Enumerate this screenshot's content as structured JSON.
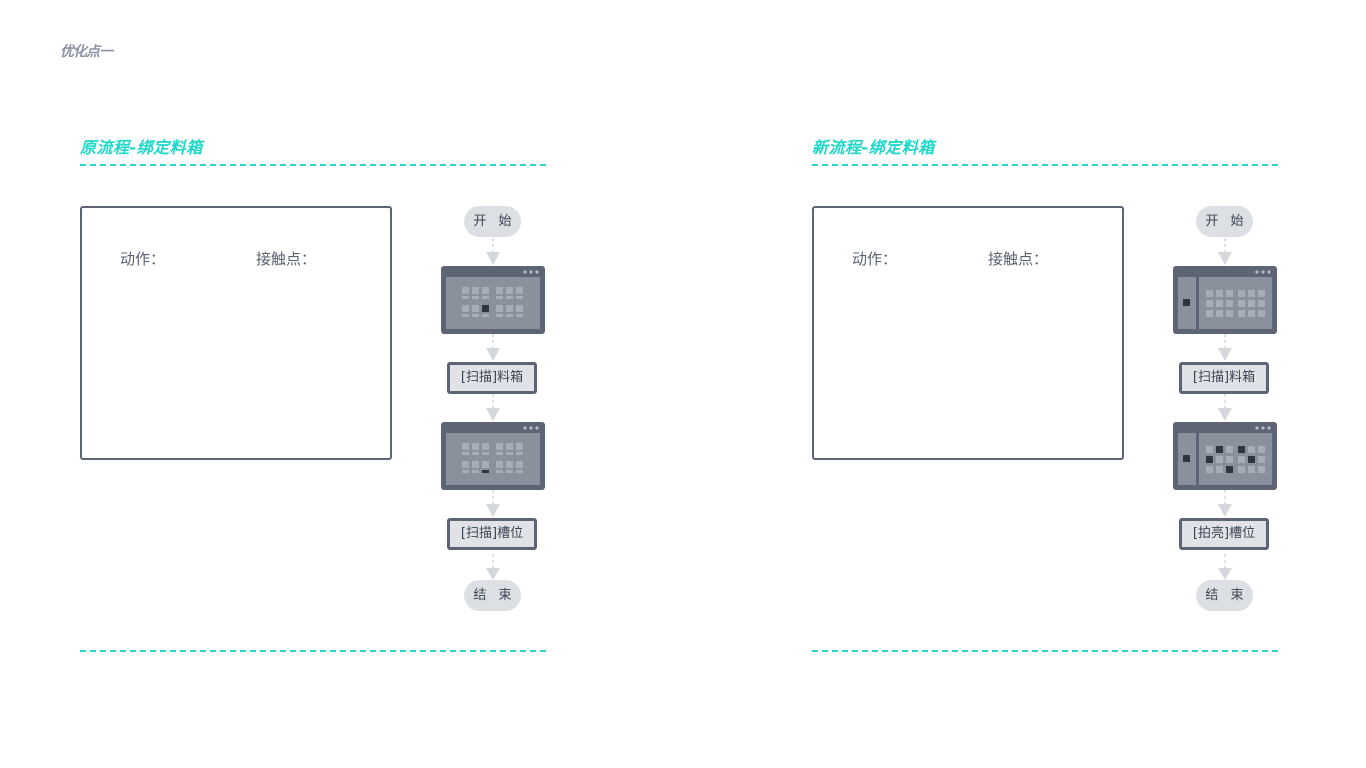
{
  "page": {
    "tag": "优化点一"
  },
  "panels": [
    {
      "title": "原流程-绑定料箱",
      "notes": {
        "action_label": "动作：",
        "touch_label": "接触点："
      },
      "flow": {
        "start": "开 始",
        "step1": "[扫描]料箱",
        "step2": "[扫描]槽位",
        "end": "结 束"
      }
    },
    {
      "title": "新流程-绑定料箱",
      "notes": {
        "action_label": "动作：",
        "touch_label": "接触点："
      },
      "flow": {
        "start": "开 始",
        "step1": "[扫描]料箱",
        "step2": "[拍亮]槽位",
        "end": "结 束"
      }
    }
  ],
  "colors": {
    "accent": "#1ed8c9",
    "frame": "#5d6473",
    "screen": "#8a919d",
    "cell": "#a7adb8",
    "highlight": "#2f3540",
    "arrow": "#d4d7dc",
    "terminal_fill": "#dcdfe4",
    "box_fill": "#dfe2e7"
  },
  "icons": [
    "screen-shelf-icon",
    "screen-shelf-slot-icon",
    "screen-side-shelf-icon",
    "screen-side-shelf-lit-icon",
    "arrow-down-icon"
  ]
}
